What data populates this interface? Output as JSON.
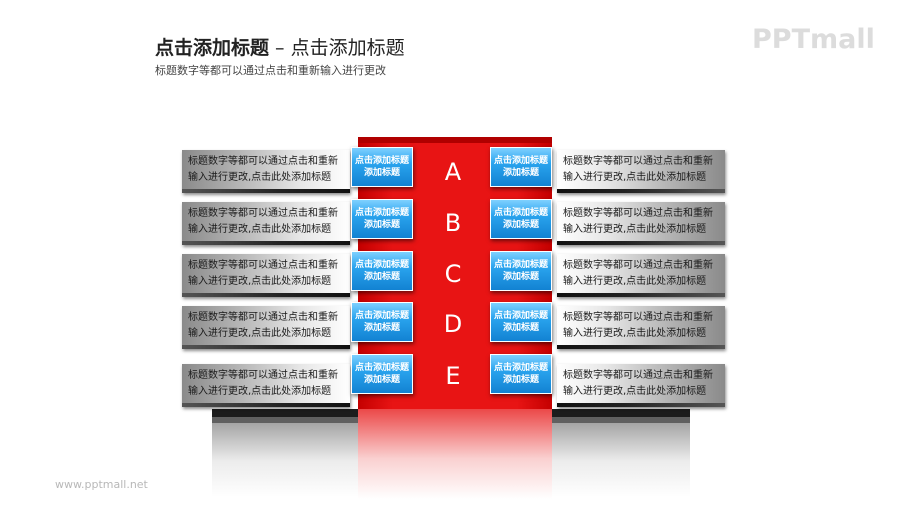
{
  "header": {
    "title_bold": "点击添加标题",
    "title_rest": " – 点击添加标题",
    "subtitle": "标题数字等都可以通过点击和重新输入进行更改"
  },
  "logo": "PPTmall",
  "footer_url": "www.pptmall.net",
  "colors": {
    "red": "#e81414",
    "blue": "#1e96e0",
    "dark": "#1c1c1c"
  },
  "rows": [
    {
      "letter": "A",
      "left_text": [
        "标题数字等都可以通过点击和重新",
        "输入进行更改,点击此处添加标题"
      ],
      "left_label": [
        "点击添加标题",
        "添加标题"
      ],
      "right_label": [
        "点击添加标题",
        "添加标题"
      ],
      "right_text": [
        "标题数字等都可以通过点击和重新",
        "输入进行更改,点击此处添加标题"
      ]
    },
    {
      "letter": "B",
      "left_text": [
        "标题数字等都可以通过点击和重新",
        "输入进行更改,点击此处添加标题"
      ],
      "left_label": [
        "点击添加标题",
        "添加标题"
      ],
      "right_label": [
        "点击添加标题",
        "添加标题"
      ],
      "right_text": [
        "标题数字等都可以通过点击和重新",
        "输入进行更改,点击此处添加标题"
      ]
    },
    {
      "letter": "C",
      "left_text": [
        "标题数字等都可以通过点击和重新",
        "输入进行更改,点击此处添加标题"
      ],
      "left_label": [
        "点击添加标题",
        "添加标题"
      ],
      "right_label": [
        "点击添加标题",
        "添加标题"
      ],
      "right_text": [
        "标题数字等都可以通过点击和重新",
        "输入进行更改,点击此处添加标题"
      ]
    },
    {
      "letter": "D",
      "left_text": [
        "标题数字等都可以通过点击和重新",
        "输入进行更改,点击此处添加标题"
      ],
      "left_label": [
        "点击添加标题",
        "添加标题"
      ],
      "right_label": [
        "点击添加标题",
        "添加标题"
      ],
      "right_text": [
        "标题数字等都可以通过点击和重新",
        "输入进行更改,点击此处添加标题"
      ]
    },
    {
      "letter": "E",
      "left_text": [
        "标题数字等都可以通过点击和重新",
        "输入进行更改,点击此处添加标题"
      ],
      "left_label": [
        "点击添加标题",
        "添加标题"
      ],
      "right_label": [
        "点击添加标题",
        "添加标题"
      ],
      "right_text": [
        "标题数字等都可以通过点击和重新",
        "输入进行更改,点击此处添加标题"
      ]
    }
  ]
}
